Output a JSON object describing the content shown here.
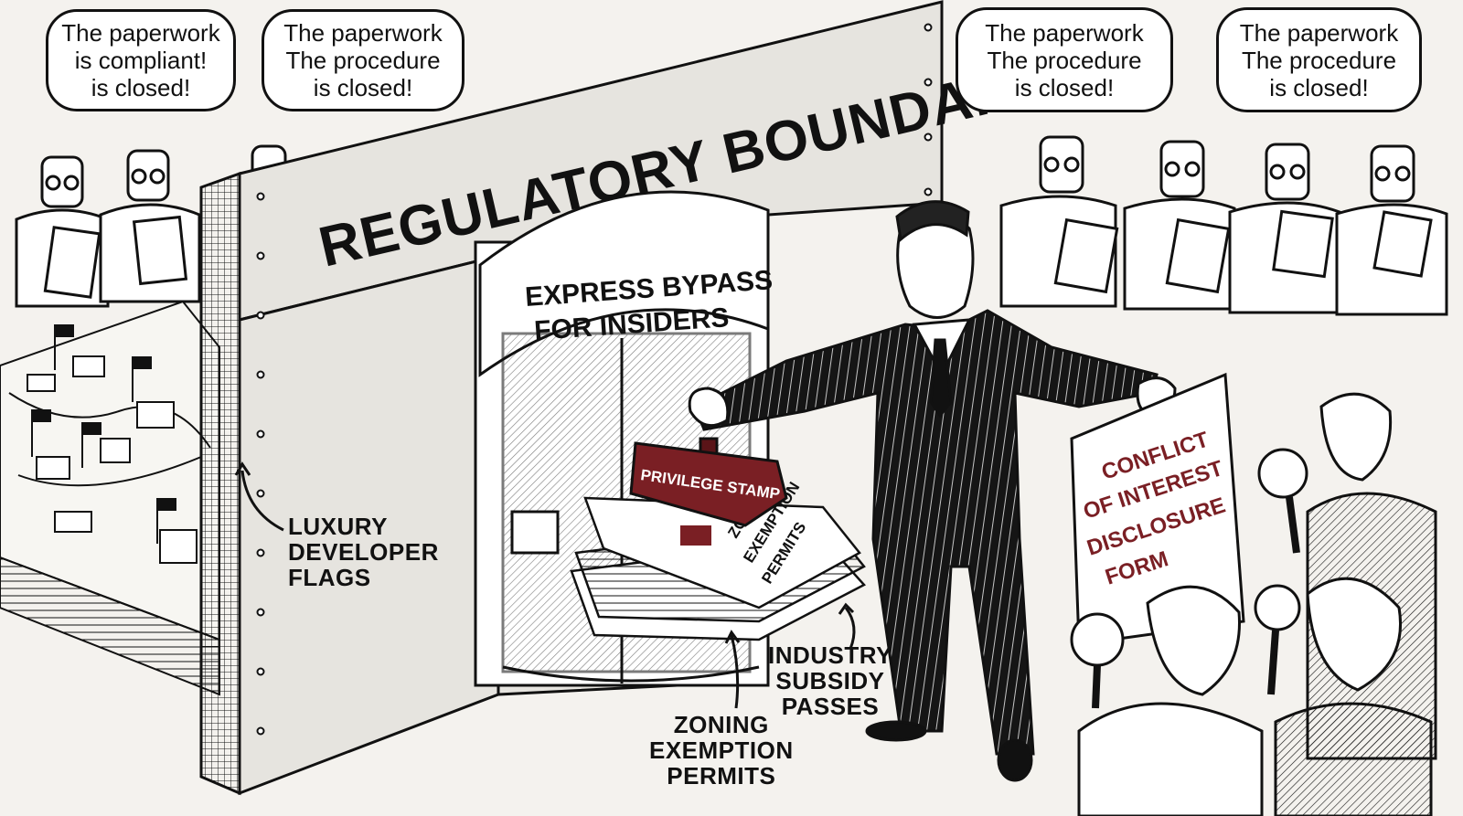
{
  "speech_bubbles": [
    {
      "lines": [
        "The paperwork",
        "is compliant!",
        "is closed!"
      ]
    },
    {
      "lines": [
        "The paperwork",
        "The procedure",
        "is closed!"
      ]
    },
    {
      "lines": [
        "The paperwork",
        "The procedure",
        "is closed!"
      ]
    },
    {
      "lines": [
        "The paperwork",
        "The procedure",
        "is closed!"
      ]
    }
  ],
  "wall": {
    "banner": "REGULATORY BOUNDARY"
  },
  "revolving_door": {
    "sign_lines": [
      "EXPRESS BYPASS",
      "FOR INSIDERS"
    ]
  },
  "stamp": {
    "label": "PRIVILEGE STAMP"
  },
  "paper_stack": {
    "top_sheet_lines": [
      "ZONING",
      "EXEMPTION",
      "PERMITS"
    ]
  },
  "disclosure_sign": {
    "lines": [
      "CONFLICT",
      "OF INTEREST",
      "DISCLOSURE",
      "FORM"
    ]
  },
  "callouts": {
    "flags": [
      "LUXURY",
      "DEVELOPER",
      "FLAGS"
    ],
    "subsidy": [
      "INDUSTRY",
      "SUBSIDY",
      "PASSES"
    ],
    "zoning": [
      "ZONING",
      "EXEMPTION",
      "PERMITS"
    ]
  },
  "colors": {
    "ink": "#111111",
    "paper": "#f4f2ee",
    "accent": "#7a1f24",
    "metal": "#e6e4df"
  }
}
